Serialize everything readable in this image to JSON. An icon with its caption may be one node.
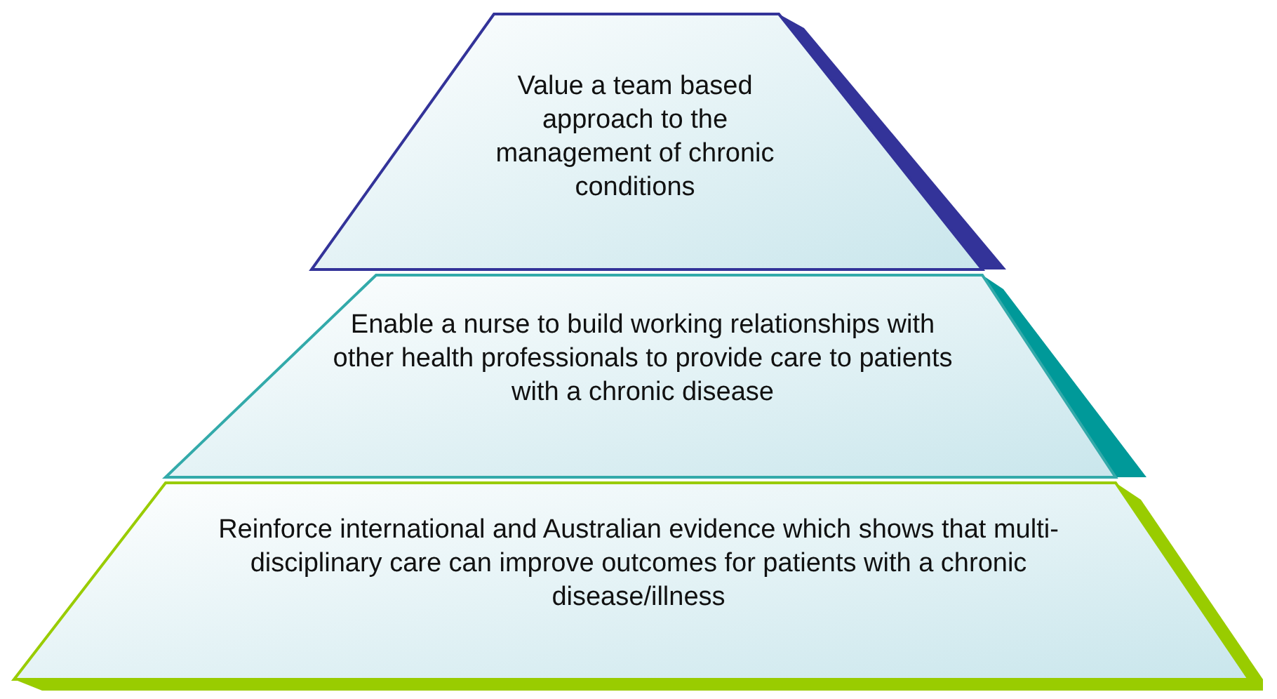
{
  "diagram": {
    "nodes": [
      {
        "text": [
          "Value a team based approach to the management of chronic conditions"
        ]
      },
      {
        "text": [
          "Enable a nurse to build working relationships with other health professionals to provide care to patients with a chronic disease"
        ]
      },
      {
        "text": [
          "Reinforce international and Australian evidence which shows that multi-disciplinary care can improve outcomes for patients with a chronic disease/illness"
        ]
      }
    ]
  }
}
